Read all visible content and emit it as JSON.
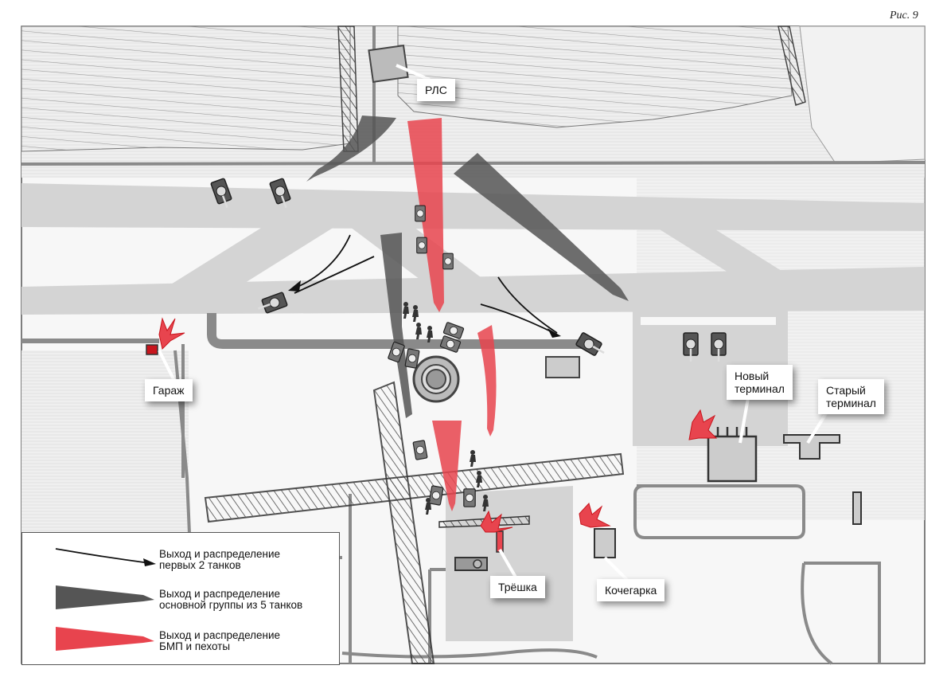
{
  "page_tag": "Рис. 9",
  "labels": {
    "radar": "РЛС",
    "garage": "Гараж",
    "new_terminal": "Новый\nтерминал",
    "old_terminal": "Старый\nтерминал",
    "treshka": "Трёшка",
    "boiler_house": "Кочегарка"
  },
  "legend": [
    {
      "symbol": "thin-black-arrow",
      "line1": "Выход и распределение",
      "line2": "первых 2 танков"
    },
    {
      "symbol": "dark-grey-wedge-arrow",
      "line1": "Выход и распределение",
      "line2": "основной группы из 5 танков"
    },
    {
      "symbol": "red-wedge-arrow",
      "line1": "Выход и распределение",
      "line2": "БМП и пехоты"
    }
  ],
  "colors": {
    "red_accent": "#e8444e",
    "dark_red": "#c8151d",
    "tank_grey": "#666666",
    "runway_grey": "#d4d4d4",
    "road_grey": "#8a8a8a"
  }
}
